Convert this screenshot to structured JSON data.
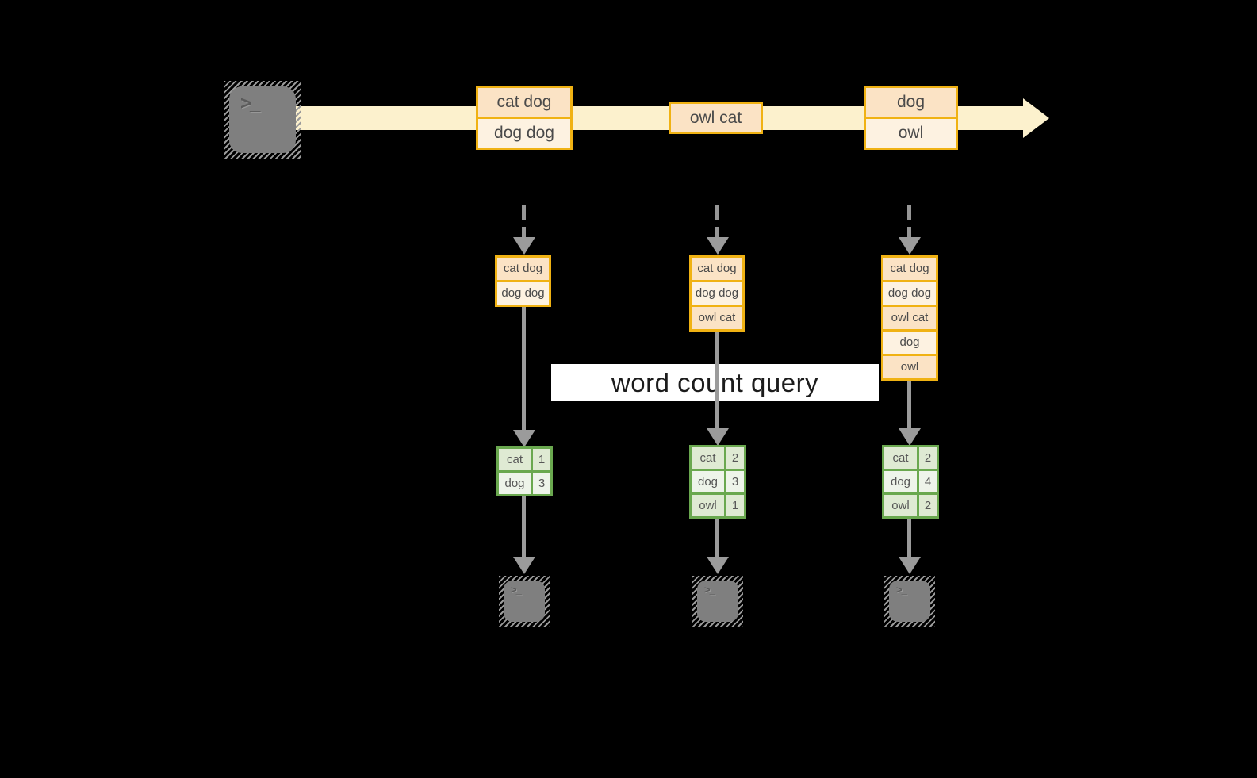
{
  "title": {
    "label": "word count query"
  },
  "terminal": {
    "glyph": ">_"
  },
  "stream": {
    "events": [
      {
        "rows": [
          "cat dog",
          "dog dog"
        ]
      },
      {
        "rows": [
          "owl cat"
        ]
      },
      {
        "rows": [
          "dog",
          "owl"
        ]
      }
    ]
  },
  "partitions": [
    {
      "buffer": [
        "cat dog",
        "dog dog"
      ],
      "counts": [
        {
          "word": "cat",
          "count": "1"
        },
        {
          "word": "dog",
          "count": "3"
        }
      ]
    },
    {
      "buffer": [
        "cat dog",
        "dog dog",
        "owl cat"
      ],
      "counts": [
        {
          "word": "cat",
          "count": "2"
        },
        {
          "word": "dog",
          "count": "3"
        },
        {
          "word": "owl",
          "count": "1"
        }
      ]
    },
    {
      "buffer": [
        "cat dog",
        "dog dog",
        "owl cat",
        "dog",
        "owl"
      ],
      "counts": [
        {
          "word": "cat",
          "count": "2"
        },
        {
          "word": "dog",
          "count": "4"
        },
        {
          "word": "owl",
          "count": "2"
        }
      ]
    }
  ],
  "colors": {
    "background": "#000000",
    "stream_fill": "#fcf1cd",
    "accent_orange": "#f0b213",
    "event_peach": "#fbe3c5",
    "event_cream": "#fdf2e1",
    "accent_green": "#6aa84f",
    "table_row_odd": "#dfead3",
    "table_row_even": "#eef4ea",
    "connector_gray": "#9b9b9b",
    "terminal_gray": "#7f7f7f",
    "banner_bg": "#ffffff"
  }
}
